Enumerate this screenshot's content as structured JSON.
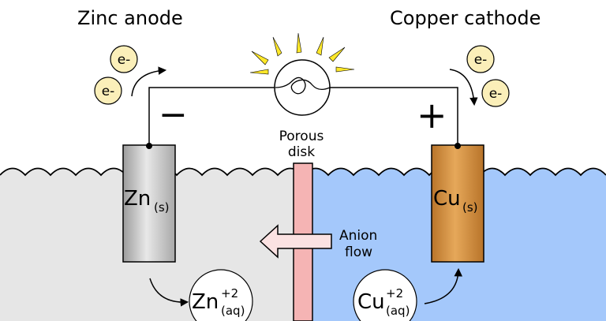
{
  "labels": {
    "anode_title": "Zinc anode",
    "cathode_title": "Copper cathode",
    "minus_sign": "−",
    "plus_sign": "+",
    "porous_line1": "Porous",
    "porous_line2": "disk",
    "anion_line1": "Anion",
    "anion_line2": "flow",
    "electron": "e-"
  },
  "electrodes": {
    "zinc": {
      "symbol": "Zn",
      "state": "(s)"
    },
    "copper": {
      "symbol": "Cu",
      "state": "(s)"
    }
  },
  "ions": {
    "zinc": {
      "symbol": "Zn",
      "charge": "+2",
      "state": "(aq)"
    },
    "copper": {
      "symbol": "Cu",
      "charge": "+2",
      "state": "(aq)"
    }
  },
  "colors": {
    "zinc_solution": "#e6e6e6",
    "copper_solution": "#a4c8fb",
    "porous_disk": "#f5b4b4",
    "copper_electrode": "#d2923c",
    "zinc_electrode": "#c6c6c6",
    "electron_fill": "#fbefb9",
    "bulb_rays": "#ffe82a",
    "arrow_fill": "#fbe2e2"
  },
  "icons": {
    "bulb": "light-bulb-icon",
    "anion_arrow": "left-arrow-icon"
  }
}
